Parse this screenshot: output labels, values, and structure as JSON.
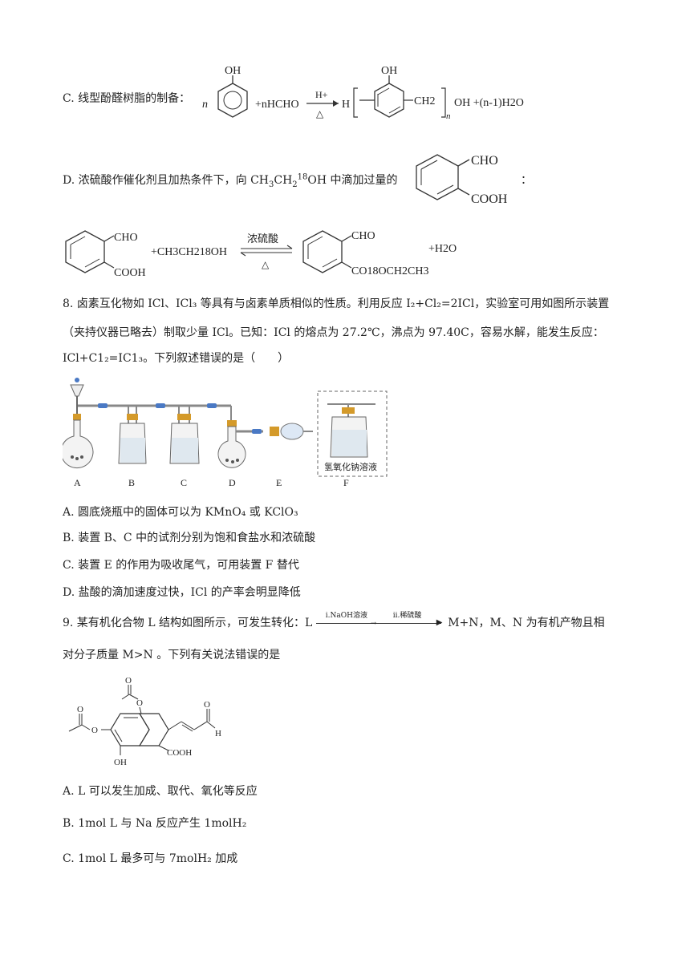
{
  "optionC_reaction": {
    "label": "C. 线型酚醛树脂的制备：",
    "n": "n",
    "oh": "OH",
    "plus_nhcho": "+nHCHO",
    "catalyst": "H+",
    "heat": "△",
    "h_prefix": "H",
    "ch2": "CH2",
    "subscript_n": "n",
    "tail": "OH +(n-1)H2O"
  },
  "optionD": {
    "text_prefix": "D. 浓硫酸作催化剂且加热条件下，向 CH",
    "text_mid": "OH 中滴加过量的",
    "colon": "：",
    "cho": "CHO",
    "cooh": "COOH"
  },
  "optionD_reaction": {
    "cho": "CHO",
    "cooh": "COOH",
    "plus_ethanol": "+CH3CH218OH",
    "catalyst": "浓硫酸",
    "heat": "△",
    "product_cho": "CHO",
    "product_ester": "CO18OCH2CH3",
    "water": "+H2O"
  },
  "q8": {
    "line1": "8. 卤素互化物如 ICl、ICl₃ 等具有与卤素单质相似的性质。利用反应 I₂+Cl₂=2ICl，实验室可用如图所示装置",
    "line2": "（夹持仪器已略去）制取少量 ICl。已知：ICl 的熔点为 27.2℃，沸点为 97.40C，容易水解，能发生反应：",
    "line3": "ICl+C1₂=IC1₃。下列叙述错误的是（　　）",
    "apparatus_labels": [
      "A",
      "B",
      "C",
      "D",
      "E",
      "F"
    ],
    "naoh_label": "氢氧化钠溶液",
    "options": [
      "A. 圆底烧瓶中的固体可以为 KMnO₄ 或 KClO₃",
      "B. 装置 B、C 中的试剂分别为饱和食盐水和浓硫酸",
      "C. 装置 E 的作用为吸收尾气，可用装置 F 替代",
      "D. 盐酸的滴加速度过快，ICl 的产率会明显降低"
    ]
  },
  "q9": {
    "intro": "9. 某有机化合物 L 结构如图所示，可发生转化：L",
    "step1": "i.NaOH溶液",
    "step2": "ii.稀硫酸",
    "products": "M+N，M、N 为有机产物且相",
    "line2": "对分子质量 M>N 。下列有关说法错误的是",
    "struct_labels": {
      "o": "O",
      "h": "H",
      "cooh": "COOH",
      "oh": "OH"
    },
    "options": [
      "A. L 可以发生加成、取代、氧化等反应",
      "B.  1mol L 与 Na 反应产生 1molH₂",
      "C.  1mol L 最多可与 7molH₂ 加成"
    ]
  }
}
